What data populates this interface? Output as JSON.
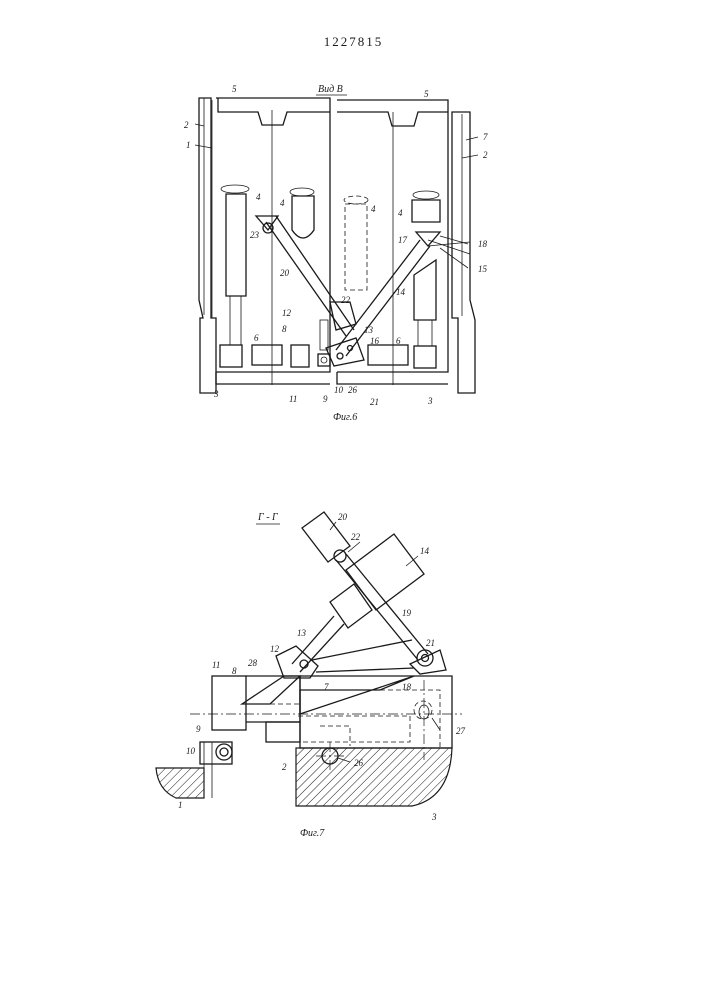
{
  "document": {
    "number": "1227815"
  },
  "figure6": {
    "view_title": "Вид В",
    "caption": "Фиг.6",
    "labels": {
      "n1_left": "1",
      "n2_left": "2",
      "n5_left": "5",
      "n5_right": "5",
      "n7_right": "7",
      "n2_right": "2",
      "n4_a": "4",
      "n4_b": "4",
      "n4_c": "4",
      "n4_d": "4",
      "n23": "23",
      "n20": "20",
      "n17": "17",
      "n18": "18",
      "n15": "15",
      "n14": "14",
      "n22": "22",
      "n12": "12",
      "n8": "8",
      "n6_left": "6",
      "n6_right": "6",
      "n13": "13",
      "n16": "16",
      "n3_left": "3",
      "n3_right": "3",
      "n11": "11",
      "n9": "9",
      "n10": "10",
      "n26": "26",
      "n21": "21"
    }
  },
  "figure7": {
    "section_title": "Г - Г",
    "caption": "Фиг.7",
    "labels": {
      "n20": "20",
      "n22": "22",
      "n14": "14",
      "n19": "19",
      "n21": "21",
      "n13": "13",
      "n12": "12",
      "n11": "11",
      "n8": "8",
      "n28": "28",
      "n7": "7",
      "n18": "18",
      "n27": "27",
      "n9": "9",
      "n10": "10",
      "n1": "1",
      "n2": "2",
      "n26": "26",
      "n3": "3"
    }
  }
}
